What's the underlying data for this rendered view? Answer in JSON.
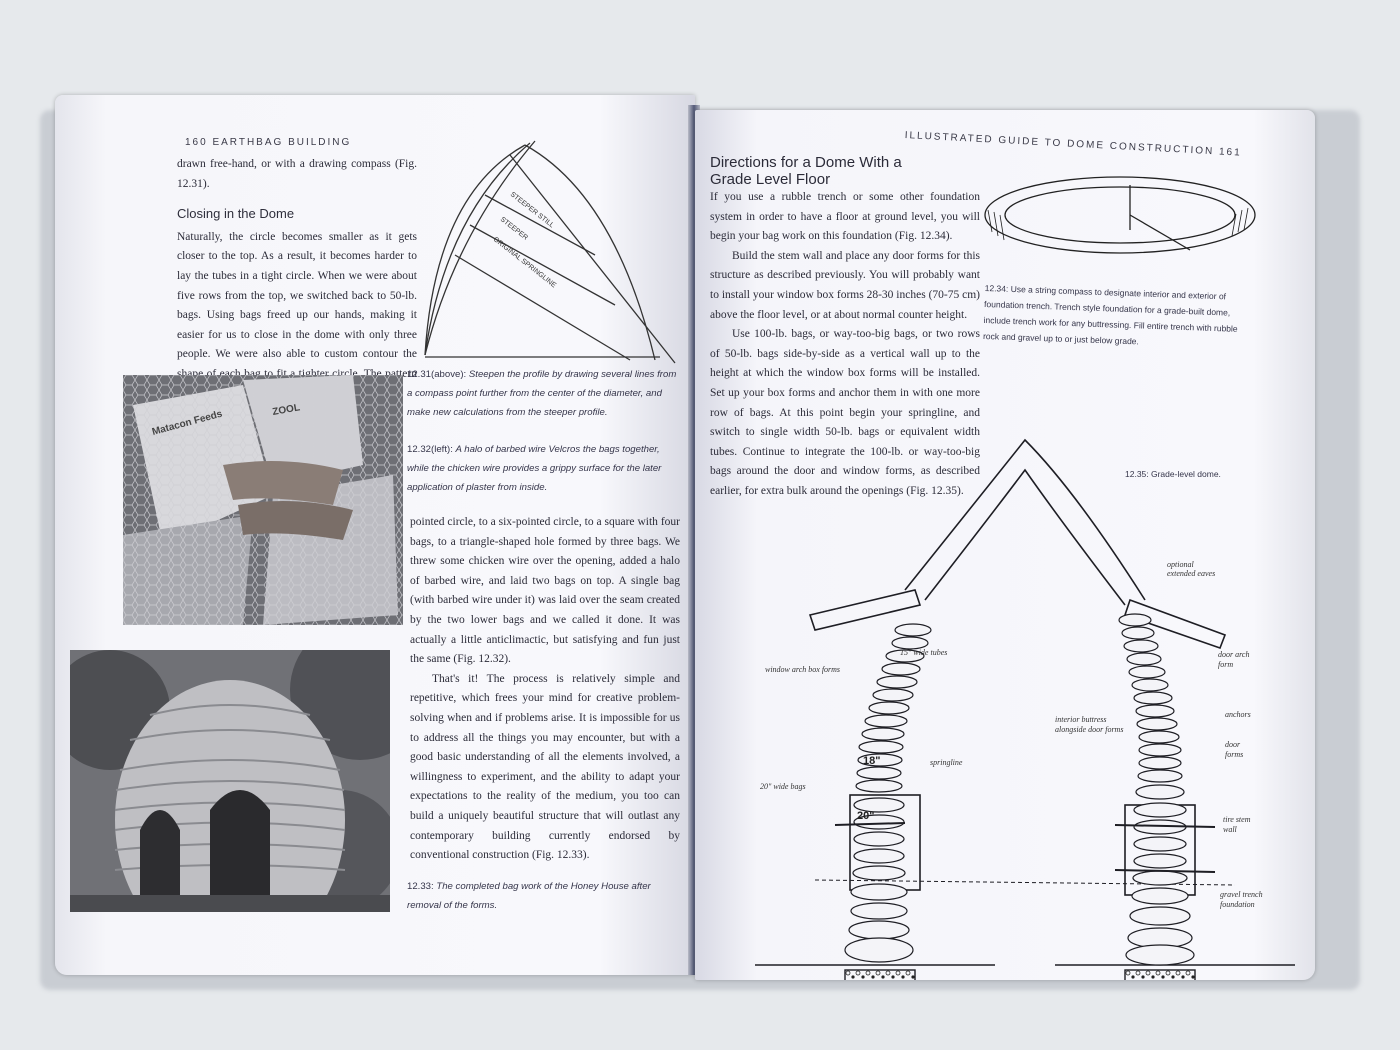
{
  "left_page": {
    "running_head": "160 EARTHBAG BUILDING",
    "opening_lines": "drawn free-hand, or with a drawing compass (Fig. 12.31).",
    "section_heading": "Closing in the Dome",
    "para1": "Naturally, the circle becomes smaller as it gets closer to the top. As a result, it becomes harder to lay the tubes in a tight circle. When we were about five rows from the top, we switched back to 50-lb. bags. Using bags freed up our hands, making it easier for us to close in the dome with only three people. We were also able to custom contour the shape of each bag to fit a tighter circle. The pattern evolved from an eight-",
    "para2": "pointed circle, to a six-pointed circle, to a square with four bags, to a triangle-shaped hole formed by three bags. We threw some chicken wire over the opening, added a halo of barbed wire, and laid two bags on top. A single bag (with barbed wire under it) was laid over the seam created by the two lower bags and we called it done. It was actually a little anticlimactic, but satisfying and fun just the same (Fig. 12.32).",
    "para3": "That's it! The process is relatively simple and repetitive, which frees your mind for creative problem-solving when and if problems arise. It is impossible for us to address all the things you may encounter, but with a good basic understanding of all the elements involved, a willingness to experiment, and the ability to adapt your expectations to the reality of the medium, you too can build a uniquely beautiful structure that will outlast any contemporary building currently endorsed by conventional construction (Fig. 12.33).",
    "cap_1231_num": "12.31(above):",
    "cap_1231_txt": "Steepen the profile by drawing several lines from a compass point further from the center of the diameter, and make new calculations from the steeper profile.",
    "cap_1232_num": "12.32(left):",
    "cap_1232_txt": "A halo of barbed wire Velcros the bags together, while the chicken wire provides a grippy surface for the later application of plaster from inside.",
    "cap_1233_num": "12.33:",
    "cap_1233_txt": "The completed bag work of the Honey House after removal of the forms.",
    "diagram_labels": [
      "STEEPER STILL",
      "STEEPER",
      "ORIGINAL SPRINGLINE"
    ]
  },
  "right_page": {
    "running_head": "ILLUSTRATED GUIDE TO DOME CONSTRUCTION 161",
    "heading": "Directions for a Dome With a Grade Level Floor",
    "para1": "If you use a rubble trench or some other foundation system in order to have a floor at ground level, you will begin your bag work on this foundation (Fig. 12.34).",
    "para2": "Build the stem wall and place any door forms for this structure as described previously. You will probably want to install your window box forms 28-30 inches (70-75 cm) above the floor level, or at about normal counter height.",
    "para3": "Use 100-lb. bags, or way-too-big bags, or two rows of 50-lb. bags side-by-side as a vertical wall up to the height at which the window box forms will be installed. Set up your box forms and anchor them in with one more row of bags. At this point begin your springline, and switch to single width 50-lb. bags or equivalent width tubes. Continue to integrate the 100-lb. or way-too-big bags around the door and window forms, as described earlier, for extra bulk around the openings (Fig. 12.35).",
    "cap_1234": "12.34: Use a string compass to designate interior and exterior of foundation trench. Trench style foundation for a grade-built dome, include trench work for any buttressing. Fill entire trench with rubble rock and gravel up to or just below grade.",
    "cap_1235": "12.35: Grade-level dome.",
    "diagram_labels": {
      "optional_extended_eaves": "optional extended eaves",
      "wide_tubes": "15\" wide tubes",
      "window_arch": "window arch box forms",
      "door_arch": "door arch form",
      "anchors": "anchors",
      "interior_buttress": "interior buttress alongside door forms",
      "door_forms": "door forms",
      "springline": "springline",
      "wide_bags": "20\" wide bags",
      "dim_18": "18\"",
      "dim_20": "20\"",
      "tire_stem_wall": "tire stem wall",
      "gravel_trench": "gravel trench foundation"
    }
  }
}
